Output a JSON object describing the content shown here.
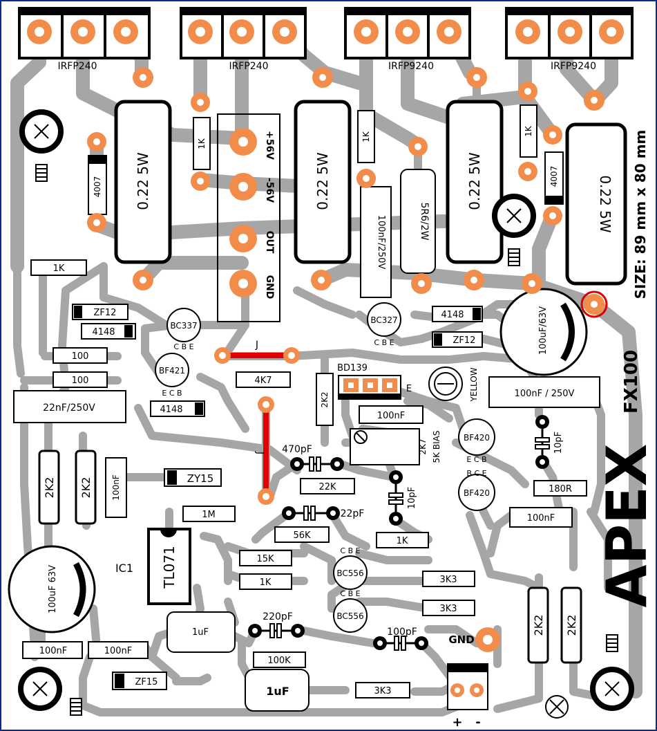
{
  "colors": {
    "trace": "#a6a6a6",
    "pad": "#f28c4b",
    "outline": "#000000",
    "jumper": "#e00000",
    "border": "#0a2a8c",
    "fill": "#ffffff"
  },
  "board": {
    "brand": "APEX",
    "model": "FX100",
    "size": "SIZE: 89 mm x 80 mm"
  },
  "transistors": {
    "q1": "IRFP240",
    "q2": "IRFP240",
    "q3": "IRFP9240",
    "q4": "IRFP9240"
  },
  "resistors": {
    "r022_1": "0.22 5W",
    "r022_2": "0.22 5W",
    "r022_3": "0.22 5W",
    "r022_4": "0.22 5W",
    "r1k_a": "1K",
    "r1k_b": "1K",
    "r1k_c": "1K",
    "r1k_d": "1K",
    "r5r6": "5R6/2W",
    "r100_a": "100",
    "r100_b": "100",
    "r4k7": "4K7",
    "r2k2_mid": "2K2",
    "r2k2_l1": "2K2",
    "r2k2_l2": "2K2",
    "r2k2_r1": "2K2",
    "r2k2_r2": "2K2",
    "r22k": "22K",
    "r56k": "56K",
    "r1m": "1M",
    "r15k": "15K",
    "r1k_e": "1K",
    "r1k_f": "1K",
    "r3k3_a": "3K3",
    "r3k3_b": "3K3",
    "r3k3_c": "3K3",
    "r100k": "100K",
    "r180": "180R"
  },
  "capacitors": {
    "c100n250_v": "100nF/250V",
    "c100n250_h": "100nF / 250V",
    "c22n250": "22nF/250V",
    "c100u63_r": "100uF/63V",
    "c100u63_l": "100uF 63V",
    "c470p": "470pF",
    "c22p": "22pF",
    "c10p_a": "10pF",
    "c10p_b": "10pF",
    "c220p": "220pF",
    "c100p": "100pF",
    "c1u_a": "1uF",
    "c1u_b": "1uF",
    "c100n_a": "100nF",
    "c100n_b": "100nF",
    "c100n_c": "100nF",
    "c100n_d": "100nF",
    "c100n_e": "100nF"
  },
  "diodes": {
    "d4007_l": "4007",
    "d4007_r": "4007",
    "d4148_a": "4148",
    "d4148_b": "4148",
    "d4148_c": "4148",
    "zf12_a": "ZF12",
    "zf12_b": "ZF12",
    "zy15": "ZY15",
    "zf15": "ZF15"
  },
  "semis": {
    "bc337": "BC337",
    "bc327": "BC327",
    "bf421": "BF421",
    "bf420_a": "BF420",
    "bf420_b": "BF420",
    "bc556_a": "BC556",
    "bc556_b": "BC556",
    "bd139": "BD139",
    "ic": "TL071",
    "ic_ref": "IC1",
    "led_color": "YELLOW",
    "pins_cbe": "C B E",
    "pins_ecb": "E C B",
    "pins_bce": "B C E",
    "bd139_e": "E"
  },
  "terminals": {
    "p56": "+56V",
    "m56": "-56V",
    "out": "OUT",
    "gnd": "GND",
    "gnd_in": "GND",
    "plus": "+",
    "minus": "-"
  },
  "misc": {
    "trimmer": "5K BIAS",
    "trimmer_val": "2K7",
    "jumper_a": "J",
    "jumper_b": "J"
  }
}
